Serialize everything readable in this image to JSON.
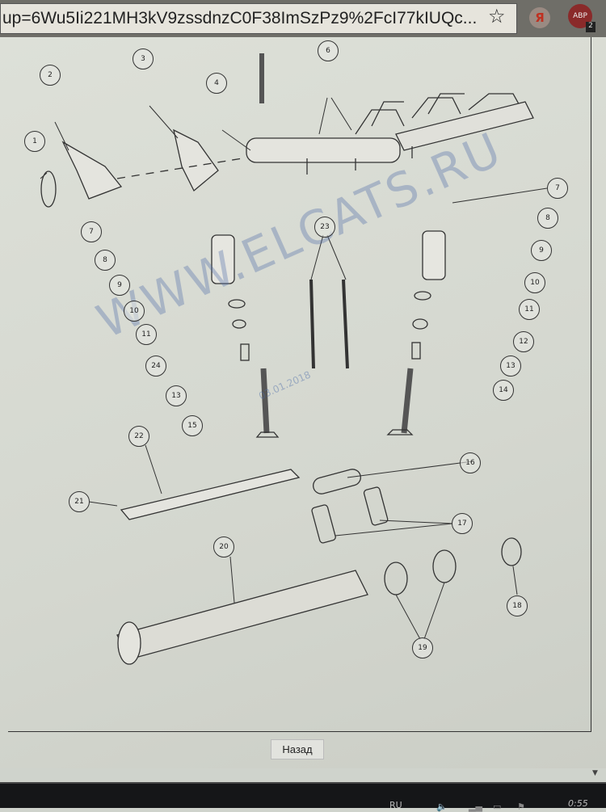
{
  "browser": {
    "url": "up=6Wu5Ii221MH3kV9zssdnzC0F38ImSzPz9%2FcI77kIUQc...",
    "bookmark_icon": "star-icon",
    "yandex_label": "Я",
    "adblock_label": "ABP",
    "adblock_count": "2"
  },
  "diagram": {
    "watermark": "WWW.ELCATS.RU",
    "watermark_date": "03.01.2018",
    "callouts": [
      "1",
      "2",
      "3",
      "4",
      "6",
      "7",
      "8",
      "9",
      "10",
      "11",
      "24",
      "13",
      "15",
      "23",
      "7",
      "8",
      "9",
      "10",
      "11",
      "12",
      "13",
      "14",
      "16",
      "17",
      "22",
      "21",
      "20",
      "18",
      "19"
    ]
  },
  "back_button": "Назад",
  "taskbar": {
    "language": "RU",
    "clock": "0:55"
  }
}
